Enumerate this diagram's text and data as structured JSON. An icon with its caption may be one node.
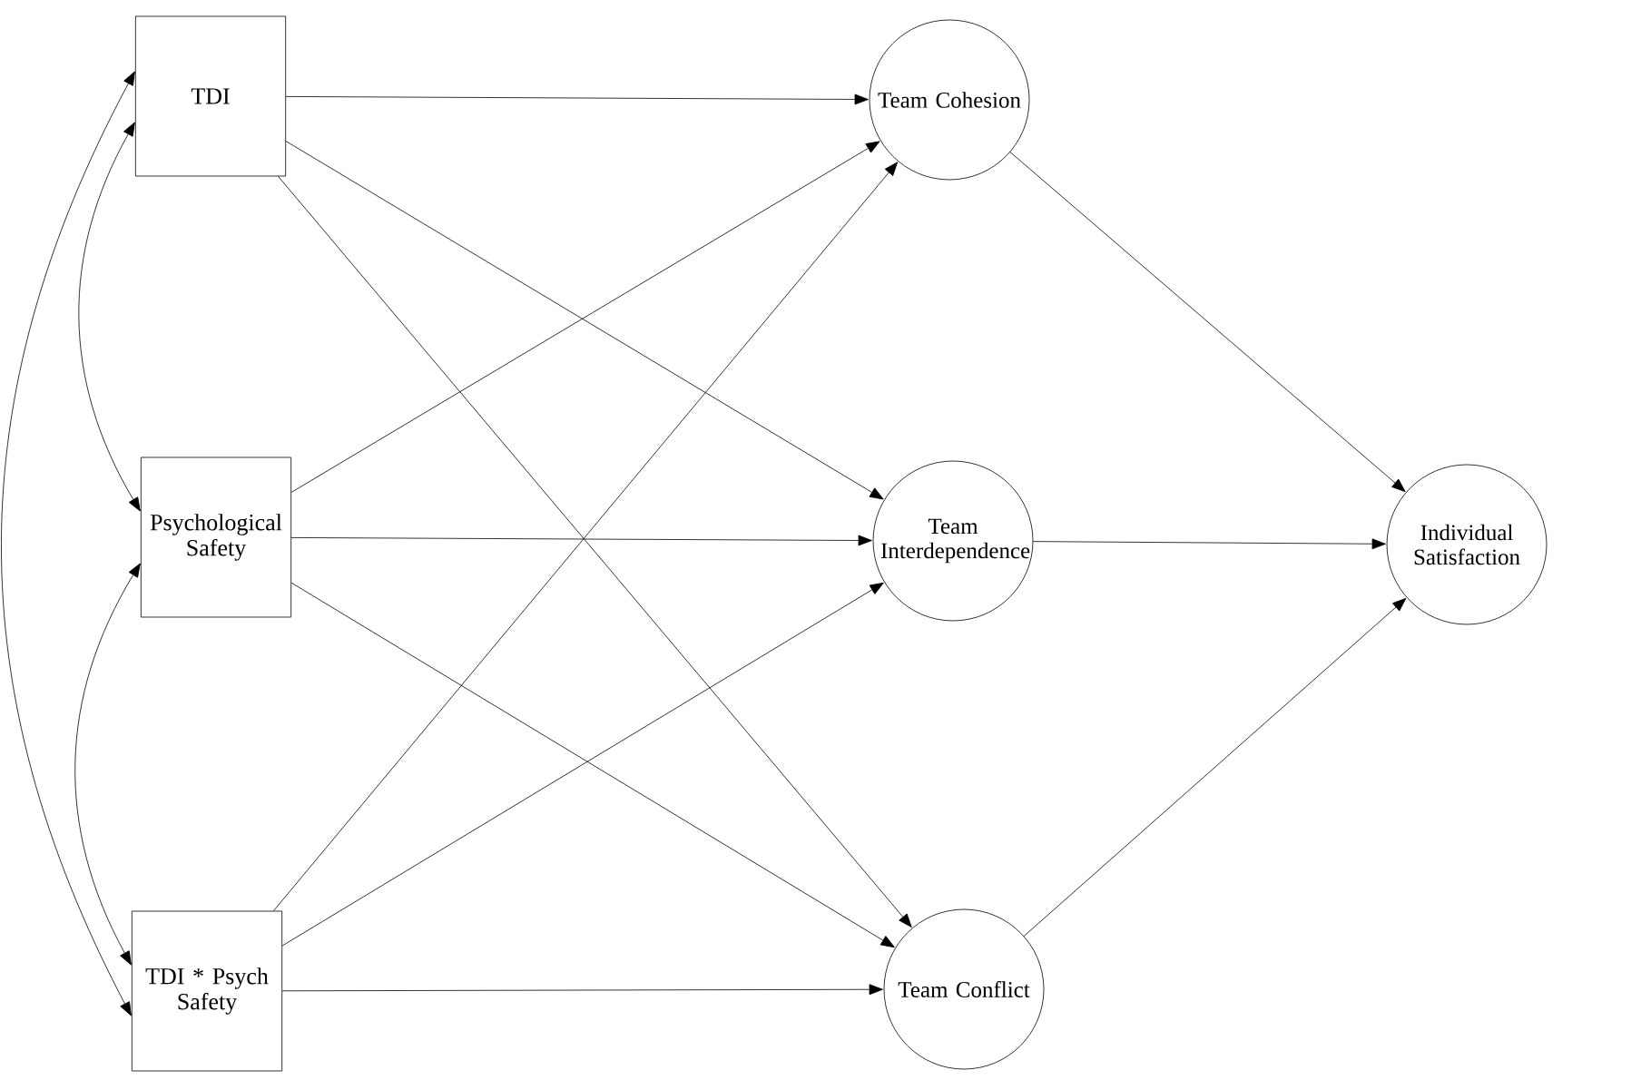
{
  "diagram": {
    "nodes": [
      {
        "text": [
          "TDI"
        ]
      },
      {
        "text": [
          "Psychological Safety"
        ]
      },
      {
        "text": [
          "TDI * Psych Safety"
        ]
      },
      {
        "text": [
          "Team Cohesion"
        ]
      },
      {
        "text": [
          "Team Interdependence"
        ]
      },
      {
        "text": [
          "Team Conflict"
        ]
      },
      {
        "text": [
          "Individual Satisfaction"
        ]
      }
    ],
    "edges": [
      {
        "from": 0,
        "to": 3,
        "arrow": "to"
      },
      {
        "from": 0,
        "to": 4,
        "arrow": "to"
      },
      {
        "from": 0,
        "to": 5,
        "arrow": "to"
      },
      {
        "from": 1,
        "to": 3,
        "arrow": "to"
      },
      {
        "from": 1,
        "to": 4,
        "arrow": "to"
      },
      {
        "from": 1,
        "to": 5,
        "arrow": "to"
      },
      {
        "from": 2,
        "to": 3,
        "arrow": "to"
      },
      {
        "from": 2,
        "to": 4,
        "arrow": "to"
      },
      {
        "from": 2,
        "to": 5,
        "arrow": "to"
      },
      {
        "from": 3,
        "to": 6,
        "arrow": "to"
      },
      {
        "from": 4,
        "to": 6,
        "arrow": "to"
      },
      {
        "from": 5,
        "to": 6,
        "arrow": "to"
      },
      {
        "from": 0,
        "to": 1,
        "arrow": "both"
      },
      {
        "from": 1,
        "to": 2,
        "arrow": "both"
      },
      {
        "from": 0,
        "to": 2,
        "arrow": "both"
      }
    ]
  }
}
